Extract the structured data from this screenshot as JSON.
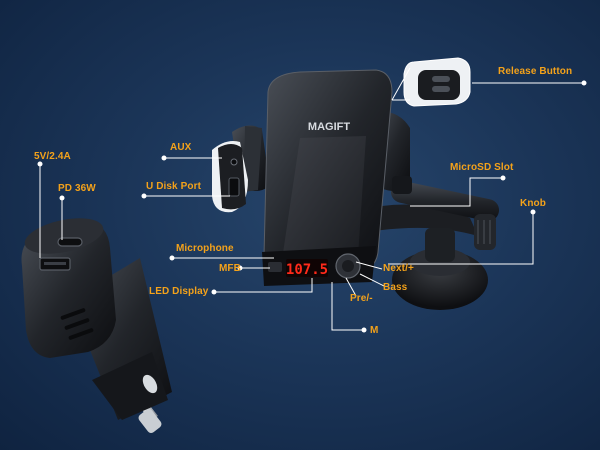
{
  "product": {
    "brand": "MAGIFT",
    "display_reading": "107.5"
  },
  "labels": {
    "release_button": "Release Button",
    "aux": "AUX",
    "usb_5v": "5V/2.4A",
    "pd_36w": "PD 36W",
    "u_disk_port": "U Disk Port",
    "microsd_slot": "MicroSD Slot",
    "knob": "Knob",
    "microphone": "Microphone",
    "mfb": "MFB",
    "next": "Next/+",
    "bass": "Bass",
    "led_display": "LED Display",
    "pre": "Pre/-",
    "m": "M"
  },
  "colors": {
    "label": "#f4a21a",
    "background": "#1b3558",
    "led": "#ff2a1a"
  }
}
